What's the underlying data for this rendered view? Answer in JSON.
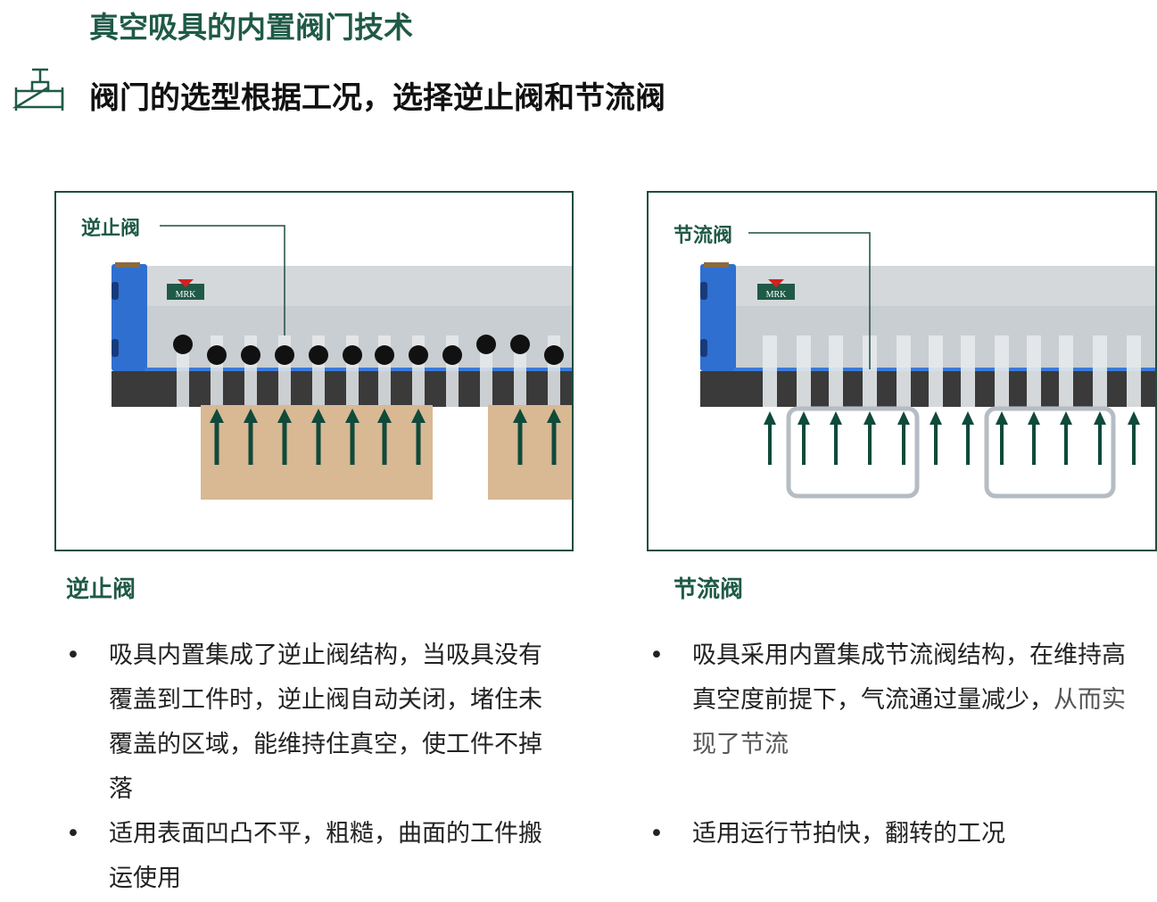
{
  "header": {
    "title": "真空吸具的内置阀门技术",
    "subtitle": "阀门的选型根据工况，选择逆止阀和节流阀",
    "icon": "valve-icon"
  },
  "left_panel": {
    "callout": "逆止阀",
    "logo_text": "MRK"
  },
  "right_panel": {
    "callout": "节流阀",
    "logo_text": "MRK"
  },
  "left_section": {
    "title": "逆止阀",
    "bullets": [
      {
        "marker": "•",
        "text": "吸具内置集成了逆止阀结构，当吸具没有覆盖到工件时，逆止阀自动关闭，堵住未覆盖的区域，能维持住真空，使工件不掉落"
      },
      {
        "marker": "•",
        "text": "适用表面凹凸不平，粗糙，曲面的工件搬运使用"
      }
    ]
  },
  "right_section": {
    "title": "节流阀",
    "bullets": [
      {
        "marker": "•",
        "text_a": "吸具采用内置集成节流阀结构，在维持高真空度前提下，气流通过量减少，",
        "text_b": "从而实现了节流"
      },
      {
        "marker": "•",
        "text": "适用运行节拍快，翻转的工况"
      }
    ]
  },
  "colors": {
    "brand_green": "#1f5a47",
    "arrow_green": "#0f4a3a",
    "blue": "#2f6fd0",
    "workpiece": "#d9b894"
  }
}
